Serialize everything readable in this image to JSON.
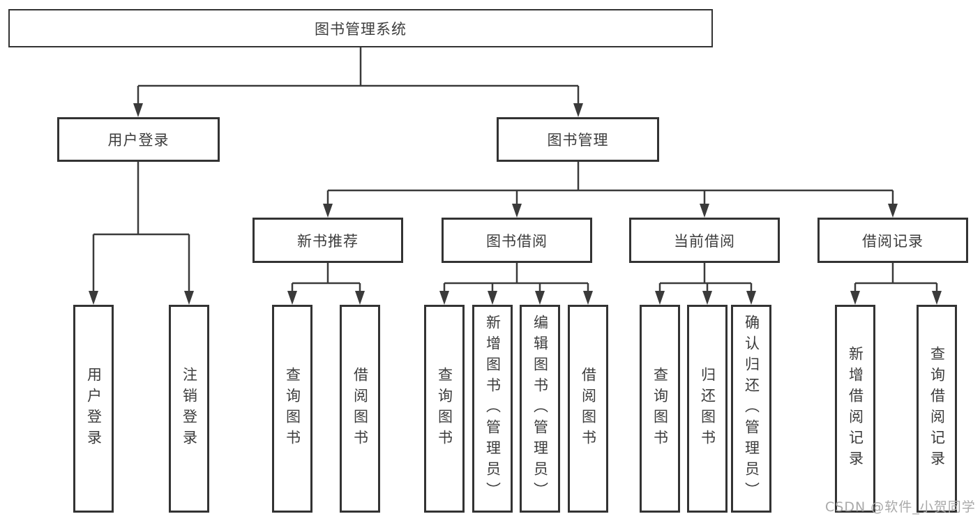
{
  "diagram": {
    "title": "图书管理系统",
    "root": {
      "label": "图书管理系统"
    },
    "level2": [
      {
        "id": "user-login",
        "label": "用户登录",
        "parent": "图书管理系统"
      },
      {
        "id": "book-management",
        "label": "图书管理",
        "parent": "图书管理系统"
      }
    ],
    "level3": [
      {
        "id": "new-book-recommend",
        "label": "新书推荐",
        "parent": "图书管理"
      },
      {
        "id": "book-borrow",
        "label": "图书借阅",
        "parent": "图书管理"
      },
      {
        "id": "current-borrow",
        "label": "当前借阅",
        "parent": "图书管理"
      },
      {
        "id": "borrow-records",
        "label": "借阅记录",
        "parent": "图书管理"
      }
    ],
    "leaves": [
      {
        "id": "leaf-user-login",
        "label": "用户登录",
        "parent": "用户登录"
      },
      {
        "id": "leaf-logout",
        "label": "注销登录",
        "parent": "用户登录"
      },
      {
        "id": "leaf-query-book-1",
        "label": "查询图书",
        "parent": "新书推荐"
      },
      {
        "id": "leaf-borrow-book-1",
        "label": "借阅图书",
        "parent": "新书推荐"
      },
      {
        "id": "leaf-query-book-2",
        "label": "查询图书",
        "parent": "图书借阅"
      },
      {
        "id": "leaf-add-book-admin",
        "label": "新增图书（管理员）",
        "parent": "图书借阅"
      },
      {
        "id": "leaf-edit-book-admin",
        "label": "编辑图书（管理员）",
        "parent": "图书借阅"
      },
      {
        "id": "leaf-borrow-book-2",
        "label": "借阅图书",
        "parent": "图书借阅"
      },
      {
        "id": "leaf-query-book-3",
        "label": "查询图书",
        "parent": "当前借阅"
      },
      {
        "id": "leaf-return-book",
        "label": "归还图书",
        "parent": "当前借阅"
      },
      {
        "id": "leaf-confirm-return-admin",
        "label": "确认归还（管理员）",
        "parent": "当前借阅"
      },
      {
        "id": "leaf-add-borrow-record",
        "label": "新增借阅记录",
        "parent": "借阅记录"
      },
      {
        "id": "leaf-query-borrow-record",
        "label": "查询借阅记录",
        "parent": "借阅记录"
      }
    ],
    "watermark": "CSDN @软件_小贺同学",
    "colors": {
      "line": "#3a3a3a",
      "border": "#333333",
      "text": "#3c3c3c",
      "watermark": "#a9a9a9",
      "background": "#ffffff"
    }
  }
}
